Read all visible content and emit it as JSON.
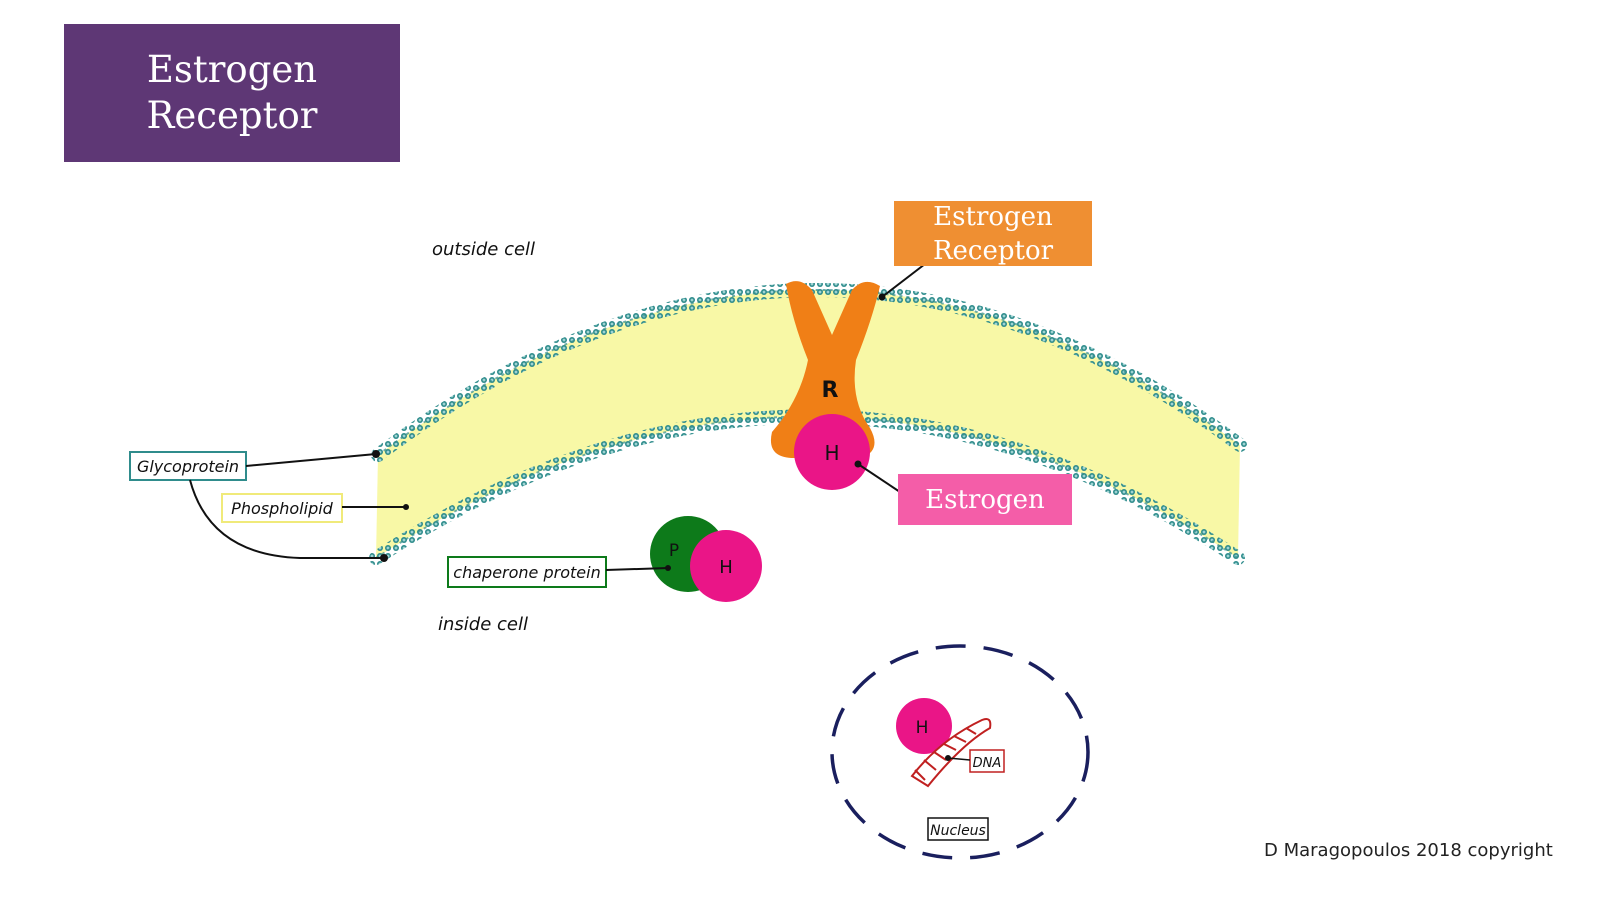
{
  "title": {
    "line1": "Estrogen",
    "line2": "Receptor"
  },
  "callouts": {
    "receptor": {
      "line1": "Estrogen",
      "line2": "Receptor",
      "color": "#ef8f32"
    },
    "estrogen": {
      "label": "Estrogen",
      "color": "#f45da8"
    }
  },
  "regions": {
    "outside": "outside cell",
    "inside": "inside cell"
  },
  "labels": {
    "glycoprotein": "Glycoprotein",
    "phospholipid": "Phospholipid",
    "chaperone": "chaperone protein",
    "dna": "DNA",
    "nucleus": "Nucleus"
  },
  "molecules": {
    "receptor": "R",
    "hormone": "H",
    "chaperone": "P"
  },
  "copyright": "D Maragopoulos  2018 copyright",
  "colors": {
    "title_bg": "#5e3775",
    "membrane_fill": "#f8f8a6",
    "membrane_edge": "#2f8c8c",
    "receptor": "#f07f16",
    "hormone": "#ea1587",
    "chaperone": "#0d7a1a",
    "nucleus_outline": "#1a1f5e",
    "dna": "#c02020"
  }
}
